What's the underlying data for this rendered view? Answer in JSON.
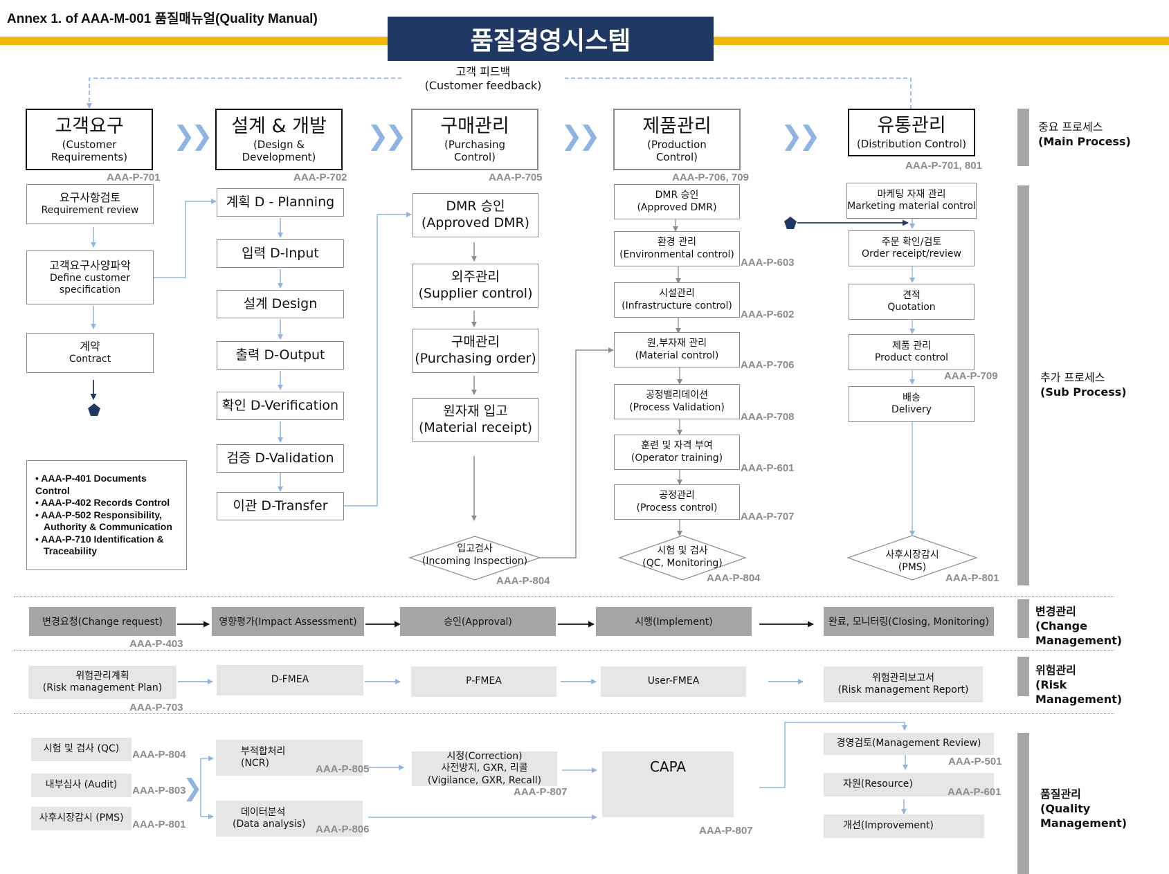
{
  "header": {
    "annex": "Annex 1. of AAA-M-001 품질매뉴얼(Quality Manual)",
    "title": "품질경영시스템",
    "feedback_ko": "고객 피드백",
    "feedback_en": "(Customer feedback)"
  },
  "colors": {
    "banner": "#1f3864",
    "stripe": "#f5b800",
    "arrow": "#8eb4e3",
    "dark_arrow": "#000000",
    "pentagon": "#1f3864"
  },
  "main": [
    {
      "ko": "고객요구",
      "en1": "(Customer",
      "en2": "Requirements)",
      "code": "AAA-P-701"
    },
    {
      "ko": "설계 & 개발",
      "en1": "(Design &",
      "en2": "Development)",
      "code": "AAA-P-702"
    },
    {
      "ko": "구매관리",
      "en1": "(Purchasing",
      "en2": "Control)",
      "code": "AAA-P-705"
    },
    {
      "ko": "제품관리",
      "en1": "(Production",
      "en2": "Control)",
      "code": "AAA-P-706, 709"
    },
    {
      "ko": "유통관리",
      "en1": "(Distribution Control)",
      "en2": "",
      "code": "AAA-P-701, 801"
    }
  ],
  "col1": [
    {
      "l1": "요구사항검토",
      "l2": "Requirement  review",
      "l3": ""
    },
    {
      "l1": "고객요구사양파악",
      "l2": "Define customer",
      "l3": "specification"
    },
    {
      "l1": "계약",
      "l2": "Contract",
      "l3": ""
    }
  ],
  "col2": [
    "계획 D - Planning",
    "입력 D-Input",
    "설계 Design",
    "출력 D-Output",
    "확인 D-Verification",
    "검증 D-Validation",
    "이관 D-Transfer"
  ],
  "col3": [
    {
      "l1": "DMR 승인",
      "l2": "(Approved DMR)"
    },
    {
      "l1": "외주관리",
      "l2": "(Supplier control)"
    },
    {
      "l1": "구매관리",
      "l2": "(Purchasing order)"
    },
    {
      "l1": "원자재 입고",
      "l2": "(Material receipt)"
    }
  ],
  "col3_diamond": {
    "l1": "입고검사",
    "l2": "(Incoming Inspection)",
    "code": "AAA-P-804"
  },
  "col4": [
    {
      "l1": "DMR 승인",
      "l2": "(Approved DMR)",
      "code": ""
    },
    {
      "l1": "환경 관리",
      "l2": "(Environmental control)",
      "code": "AAA-P-603"
    },
    {
      "l1": "시설관리",
      "l2": "(Infrastructure control)",
      "code": "AAA-P-602"
    },
    {
      "l1": "원,부자재 관리",
      "l2": "(Material  control)",
      "code": "AAA-P-706"
    },
    {
      "l1": "공정밸리데이션",
      "l2": "(Process Validation)",
      "code": "AAA-P-708"
    },
    {
      "l1": "훈련 및 자격 부여",
      "l2": "(Operator training)",
      "code": "AAA-P-601"
    },
    {
      "l1": "공정관리",
      "l2": "(Process control)",
      "code": "AAA-P-707"
    }
  ],
  "col4_diamond": {
    "l1": "시험 및 검사",
    "l2": "(QC, Monitoring)",
    "code": "AAA-P-804"
  },
  "col5": [
    {
      "l1": "마케팅 자재 관리",
      "l2": "Marketing material control"
    },
    {
      "l1": "주문 확인/검토",
      "l2": "Order receipt/review"
    },
    {
      "l1": "견적",
      "l2": "Quotation"
    },
    {
      "l1": "제품 관리",
      "l2": "Product control"
    },
    {
      "l1": "배송",
      "l2": "Delivery"
    }
  ],
  "col5_code": "AAA-P-709",
  "col5_diamond": {
    "l1": "사후시장감시",
    "l2": "(PMS)",
    "code": "AAA-P-801"
  },
  "documents": [
    "• AAA-P-401 Documents",
    "Control",
    "• AAA-P-402  Records Control",
    "• AAA-P-502 Responsibility,",
    "Authority & Communication",
    "• AAA-P-710 Identification &",
    "Traceability"
  ],
  "change": {
    "steps": [
      "변경요청(Change request)",
      "영향평가(Impact Assessment)",
      "승인(Approval)",
      "시행(Implement)",
      "완료, 모니터링(Closing, Monitoring)"
    ],
    "code": "AAA-P-403"
  },
  "risk": {
    "plan_l1": "위험관리계획",
    "plan_l2": "(Risk management Plan)",
    "steps": [
      "D-FMEA",
      "P-FMEA",
      "User-FMEA"
    ],
    "report_l1": "위험관리보고서",
    "report_l2": "(Risk management Report)",
    "code": "AAA-P-703"
  },
  "quality": {
    "inputs": [
      {
        "label": "시험 및 검사 (QC)",
        "code": "AAA-P-804"
      },
      {
        "label": "내부심사 (Audit)",
        "code": "AAA-P-803"
      },
      {
        "label": "사후시장감시 (PMS)",
        "code": "AAA-P-801"
      }
    ],
    "ncr_l1": "부적합처리",
    "ncr_l2": "(NCR)",
    "ncr_code": "AAA-P-805",
    "data_l1": "데이터분석",
    "data_l2": "(Data analysis)",
    "data_code": "AAA-P-806",
    "corr_l1": "시정(Correction)",
    "corr_l2": "사전방지, GXR, 리콜",
    "corr_l3": "(Vigilance, GXR, Recall)",
    "corr_code": "AAA-P-807",
    "capa": "CAPA",
    "capa_code": "AAA-P-807",
    "review": "경영검토(Management Review)",
    "review_code": "AAA-P-501",
    "resource": "자원(Resource)",
    "resource_code": "AAA-P-601",
    "improvement": "개선(Improvement)"
  },
  "side": [
    {
      "ko": "중요 프로세스",
      "en": "(Main Process)",
      "en2": ""
    },
    {
      "ko": "추가 프로세스",
      "en": "(Sub Process)",
      "en2": ""
    },
    {
      "ko": "변경관리",
      "en": "(Change Management)",
      "en2": ""
    },
    {
      "ko": "위험관리",
      "en": "(Risk",
      "en2": "Management)"
    },
    {
      "ko": "품질관리",
      "en": "(Quality Management)",
      "en2": ""
    }
  ]
}
